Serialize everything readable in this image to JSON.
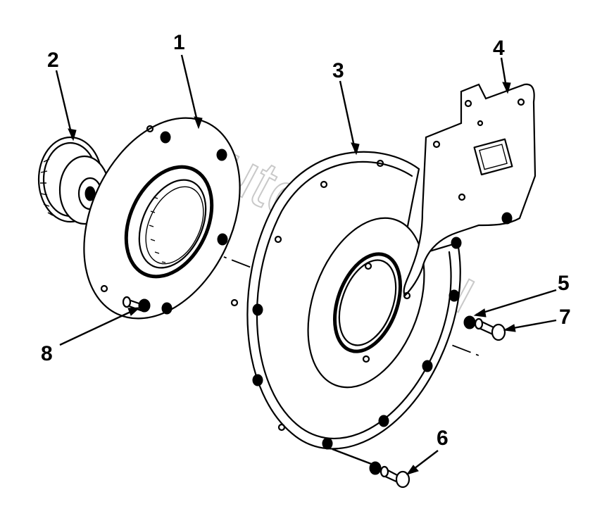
{
  "figure": {
    "watermark_text": "AutoSoft.ru",
    "callouts": [
      {
        "id": "1",
        "label": "1"
      },
      {
        "id": "2",
        "label": "2"
      },
      {
        "id": "3",
        "label": "3"
      },
      {
        "id": "4",
        "label": "4"
      },
      {
        "id": "5",
        "label": "5"
      },
      {
        "id": "6",
        "label": "6"
      },
      {
        "id": "7",
        "label": "7"
      },
      {
        "id": "8",
        "label": "8"
      }
    ]
  },
  "colors": {
    "background": "#ffffff",
    "ink": "#000000",
    "watermark": "#c9c9c9"
  }
}
